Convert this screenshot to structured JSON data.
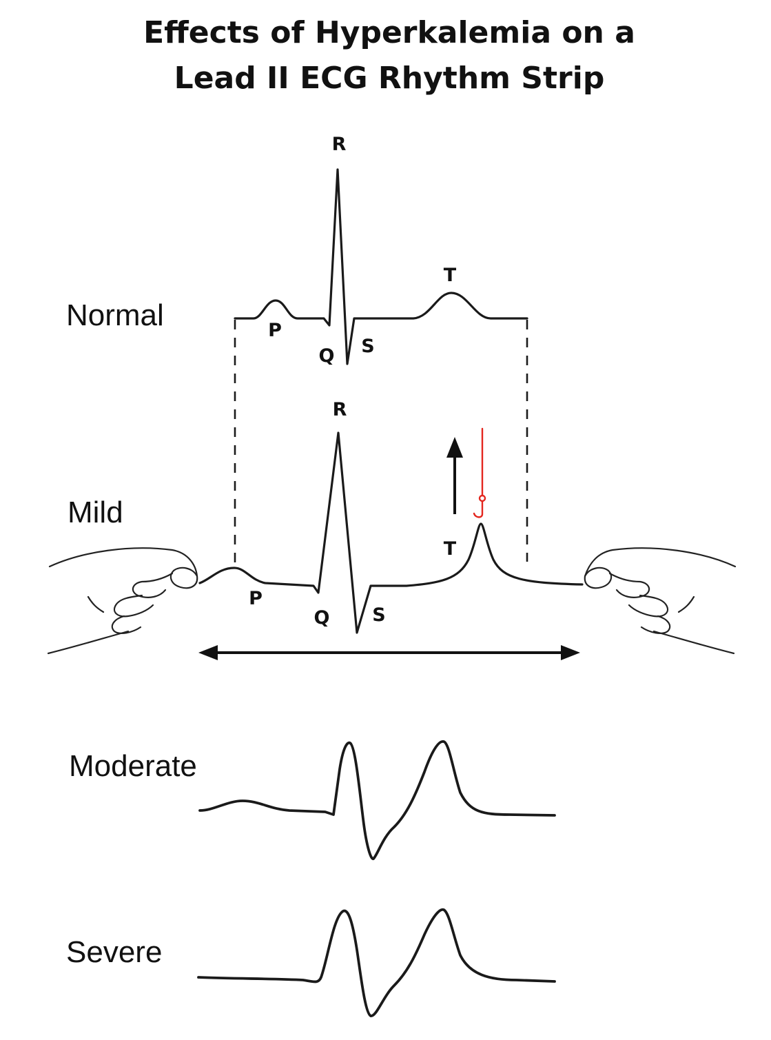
{
  "title": {
    "line1": "Effects of Hyperkalemia on a",
    "line2": "Lead II ECG Rhythm Strip"
  },
  "rows": {
    "normal": "Normal",
    "mild": "Mild",
    "moderate": "Moderate",
    "severe": "Severe"
  },
  "wave_labels": {
    "normal": {
      "r": "R",
      "p": "P",
      "q": "Q",
      "s": "S",
      "t": "T"
    },
    "mild": {
      "r": "R",
      "p": "P",
      "q": "Q",
      "s": "S",
      "t": "T"
    }
  },
  "icons": {
    "left_hand": "hand-pulling-left-icon",
    "right_hand": "hand-pulling-right-icon",
    "up_arrow": "arrow-up-icon",
    "double_arrow": "double-arrow-horizontal-icon",
    "red_mark": "red-hook-annotation-icon"
  },
  "colors": {
    "trace": "#1a1a1a",
    "annotation": "#e3261e",
    "background": "#ffffff"
  }
}
